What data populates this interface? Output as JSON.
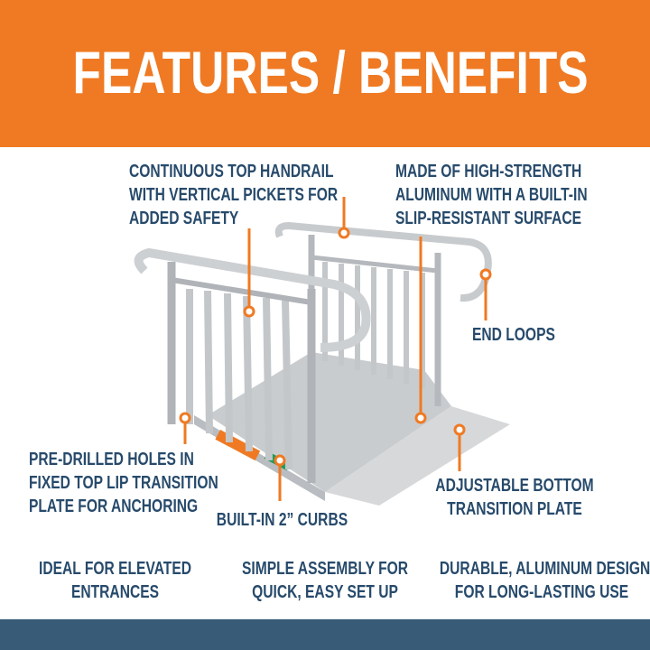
{
  "header": {
    "title": "FEATURES / BENEFITS",
    "background": "#ef7a23"
  },
  "callouts": {
    "handrail": [
      "CONTINUOUS TOP HANDRAIL",
      "WITH VERTICAL PICKETS FOR",
      "ADDED SAFETY"
    ],
    "aluminum": [
      "MADE OF HIGH-STRENGTH",
      "ALUMINUM WITH A BUILT-IN",
      "SLIP-RESISTANT SURFACE"
    ],
    "end_loops": [
      "END LOOPS"
    ],
    "holes": [
      "PRE-DRILLED HOLES IN",
      "FIXED TOP LIP TRANSITION",
      "PLATE FOR ANCHORING"
    ],
    "bottom_plate": [
      "ADJUSTABLE BOTTOM",
      "TRANSITION PLATE"
    ],
    "curbs": [
      "BUILT-IN 2” CURBS"
    ]
  },
  "benefits": [
    [
      "IDEAL FOR ELEVATED",
      "ENTRANCES"
    ],
    [
      "SIMPLE ASSEMBLY FOR",
      "QUICK, EASY SET UP"
    ],
    [
      "DURABLE, ALUMINUM DESIGN",
      "FOR LONG-LASTING USE"
    ]
  ],
  "colors": {
    "accent": "#ef7a23",
    "text": "#274a6b",
    "footer": "#385b78"
  }
}
